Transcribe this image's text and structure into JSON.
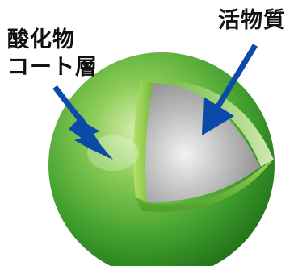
{
  "labels": {
    "shell_line1": "酸化物",
    "shell_line2": "コート層",
    "core": "活物質"
  },
  "colors": {
    "shell_green": "#3f9e2c",
    "shell_light": "#a8dc5a",
    "core_gray": "#bdbdbd",
    "arrow_blue": "#0b4aa8"
  }
}
